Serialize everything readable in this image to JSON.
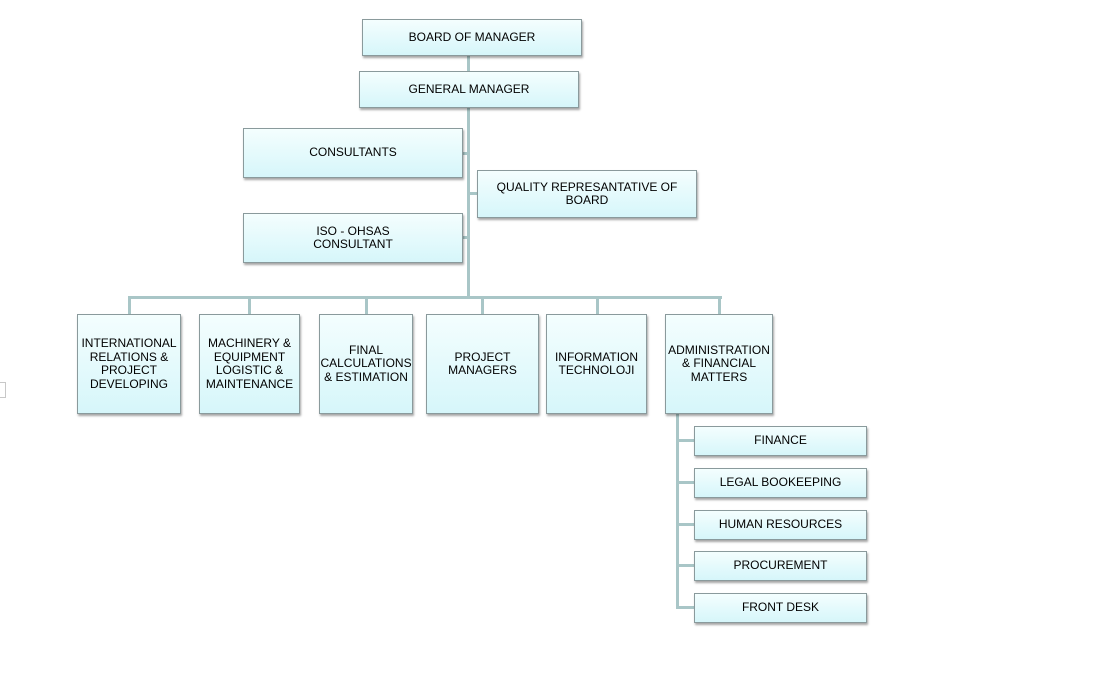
{
  "org_chart": {
    "board": "BOARD OF MANAGER",
    "general_manager": "GENERAL MANAGER",
    "consultants": "CONSULTANTS",
    "quality_rep": "QUALITY REPRESANTATIVE OF\nBOARD",
    "iso_consultant": "ISO - OHSAS\nCONSULTANT",
    "departments": [
      "INTERNATIONAL\nRELATIONS &\nPROJECT\nDEVELOPING",
      "MACHINERY &\nEQUIPMENT\nLOGISTIC &\nMAINTENANCE",
      "FINAL\nCALCULATIONS\n& ESTIMATION",
      "PROJECT\nMANAGERS",
      "INFORMATION\nTECHNOLOJI",
      "ADMINISTRATION\n& FINANCIAL\nMATTERS"
    ],
    "admin_units": [
      "FINANCE",
      "LEGAL BOOKEEPING",
      "HUMAN RESOURCES",
      "PROCUREMENT",
      "FRONT DESK"
    ]
  }
}
